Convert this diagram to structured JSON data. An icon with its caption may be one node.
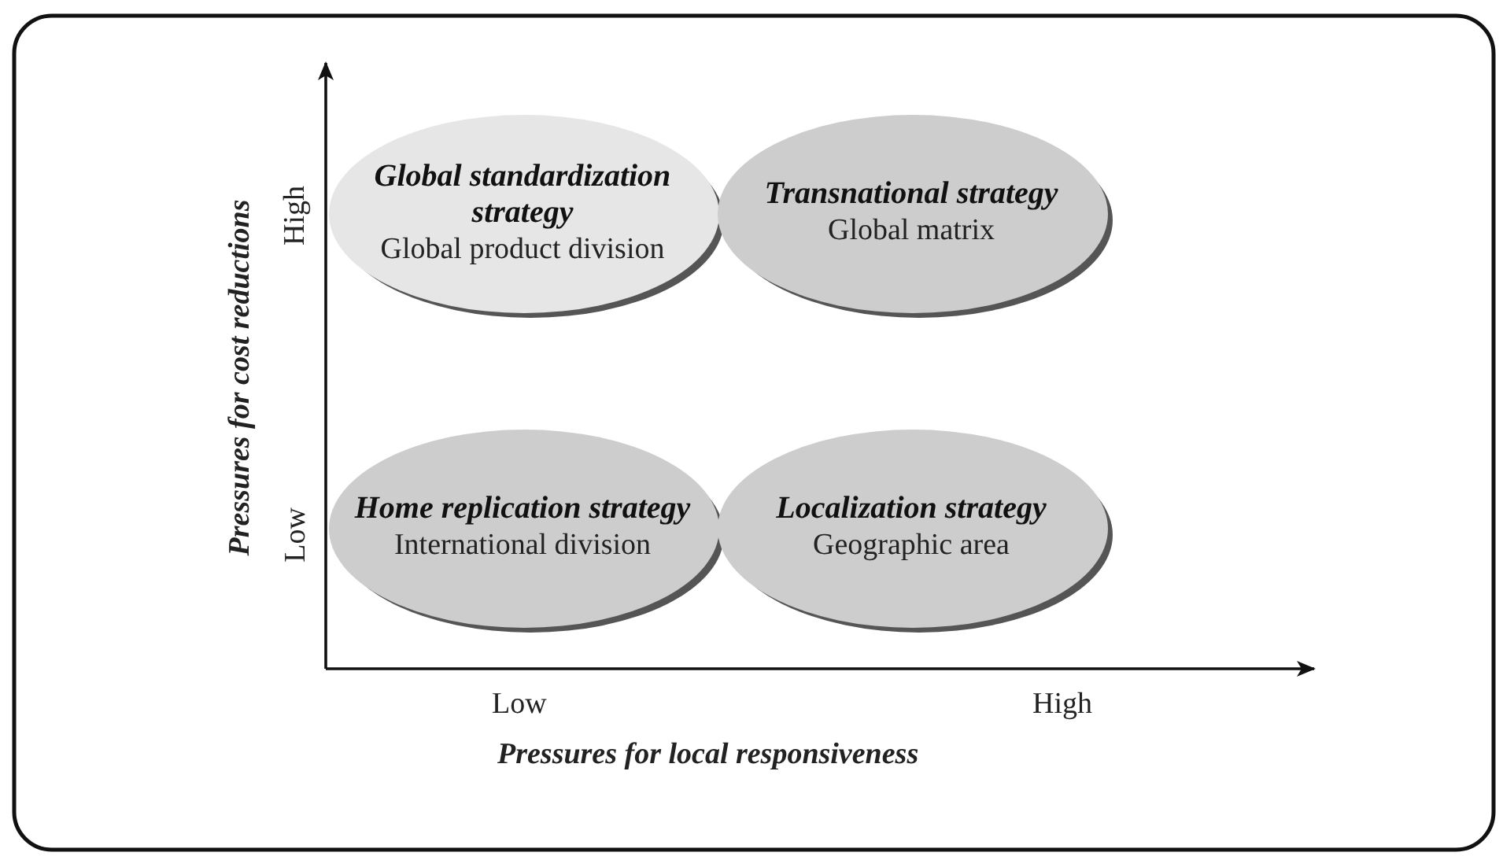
{
  "diagram": {
    "nodes": [
      {
        "text": [
          "Global standardization strategy",
          "Global product division"
        ]
      },
      {
        "text": [
          "Transnational strategy",
          "Global matrix"
        ]
      },
      {
        "text": [
          "Home replication strategy",
          "International division"
        ]
      },
      {
        "text": [
          "Localization strategy",
          "Geographic area"
        ]
      }
    ],
    "edges": [],
    "labels": [
      "High",
      "Low",
      "Pressures for cost reductions",
      "Low",
      "High",
      "Pressures for local responsiveness"
    ]
  }
}
